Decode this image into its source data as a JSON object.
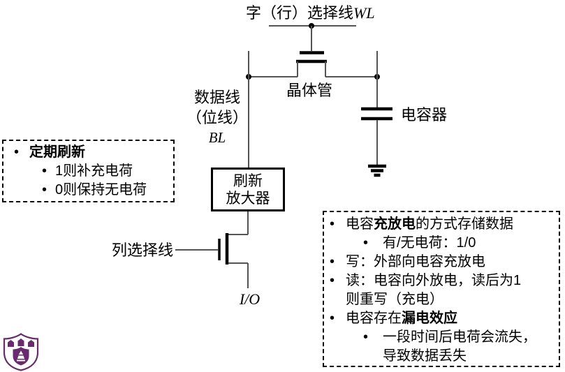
{
  "colors": {
    "background": "#ffffff",
    "wire": "#545454",
    "ink": "#000000",
    "logo_purple": "#682c6e"
  },
  "diagram": {
    "word_line_label": "字（行）选择线",
    "word_line_symbol": "WL",
    "transistor_label": "晶体管",
    "bit_line_label_line1": "数据线",
    "bit_line_label_line2": "（位线）",
    "bit_line_symbol": "BL",
    "capacitor_label": "电容器",
    "refresh_amplifier_line1": "刷新",
    "refresh_amplifier_line2": "放大器",
    "column_select_label": "列选择线",
    "io_label": "I/O"
  },
  "refresh_note": {
    "bullet": "•",
    "title": "定期刷新",
    "items": [
      "1则补充电荷",
      "0则保持无电荷"
    ]
  },
  "storage_note": {
    "bullet": "•",
    "item1_prefix": "电容",
    "item1_bold": "充放电",
    "item1_suffix": "的方式存储数据",
    "item1_sub": "有/无电荷：1/0",
    "item2": "写：外部向电容充放电",
    "item3_line1": "读：电容向外放电，读后为1",
    "item3_line2": "则重写（充电）",
    "item4_prefix": "电容存在",
    "item4_bold": "漏电效应",
    "item4_sub_line1": "一段时间后电荷会流失，",
    "item4_sub_line2": "导致数据丢失"
  }
}
